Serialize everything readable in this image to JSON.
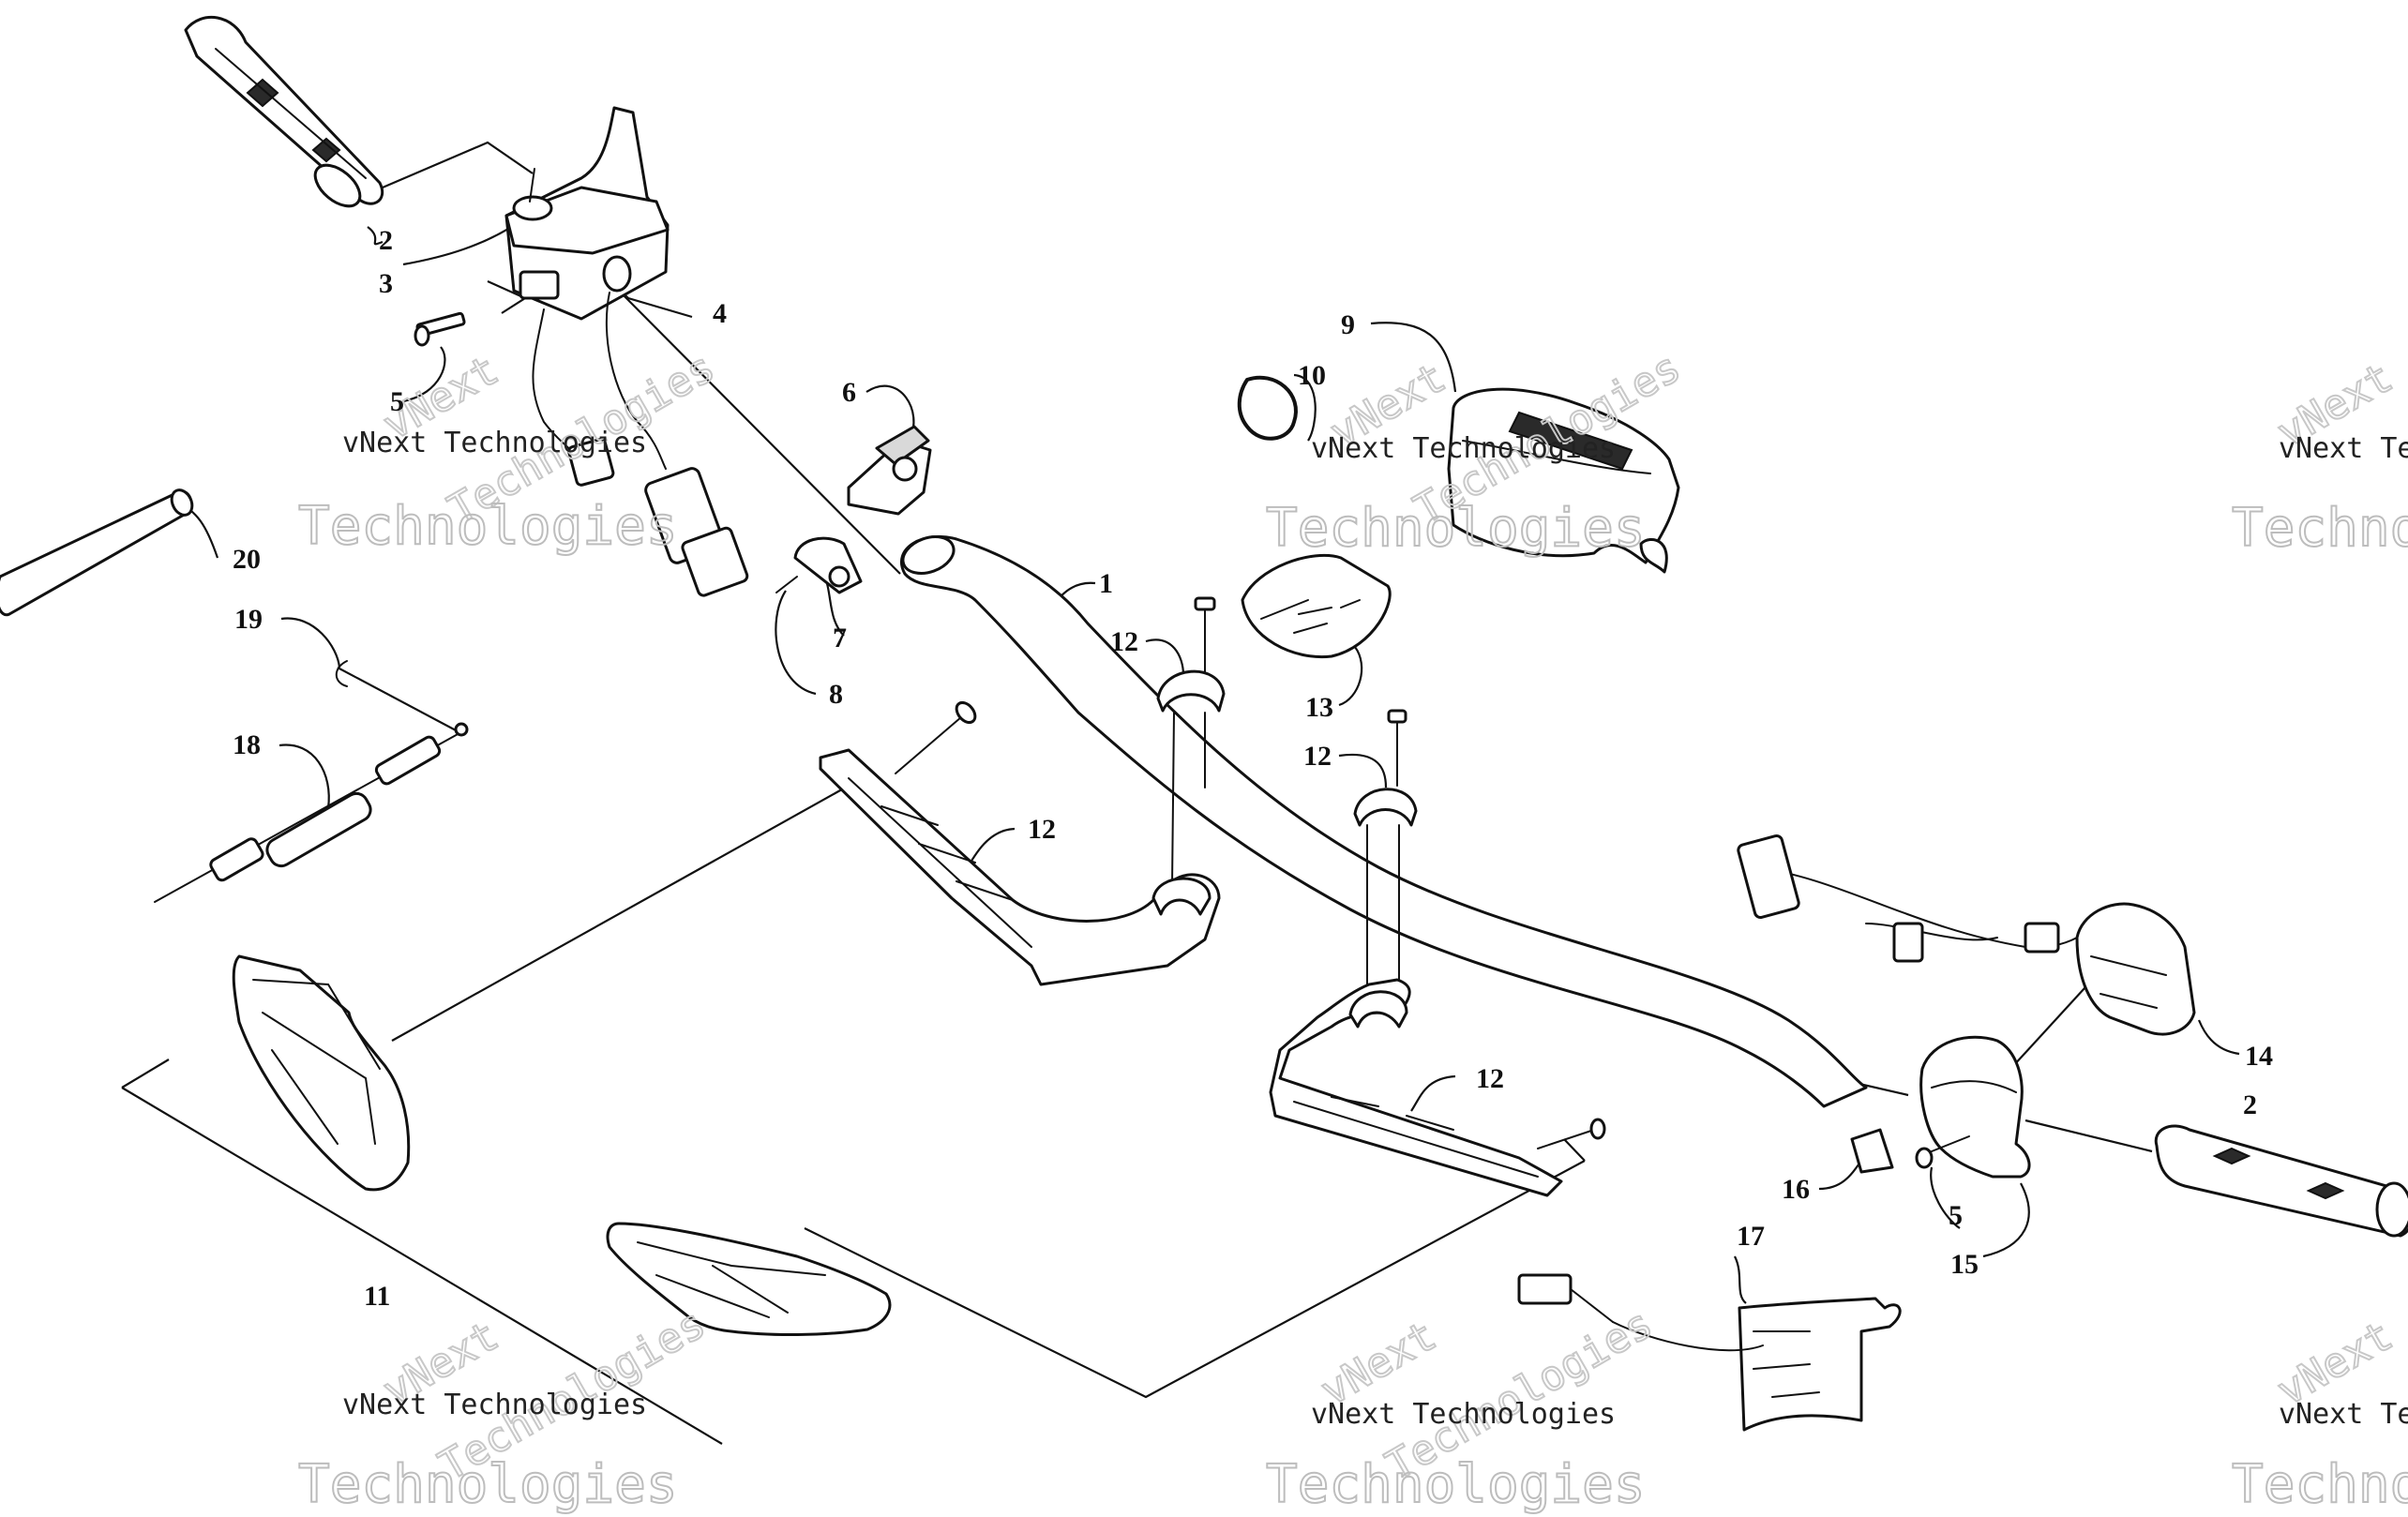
{
  "callouts": {
    "c1": "1",
    "c2a": "2",
    "c2b": "2",
    "c3": "3",
    "c4": "4",
    "c5a": "5",
    "c5b": "5",
    "c6": "6",
    "c7": "7",
    "c8": "8",
    "c9": "9",
    "c10": "10",
    "c11": "11",
    "c12a": "12",
    "c12b": "12",
    "c12c": "12",
    "c12d": "12",
    "c13": "13",
    "c14": "14",
    "c15": "15",
    "c16": "16",
    "c17": "17",
    "c18": "18",
    "c19": "19",
    "c20": "20"
  },
  "watermark": {
    "company": "vNext Technologies",
    "line1": "vNext",
    "line2": "Technologies"
  },
  "colors": {
    "ink": "#111111",
    "watermark": "#bdbdbd",
    "background": "#ffffff"
  }
}
